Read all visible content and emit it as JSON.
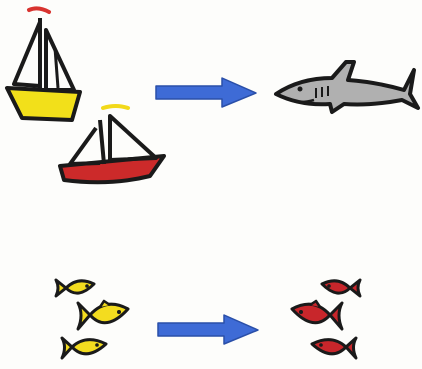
{
  "colors": {
    "background": "#fdfdfb",
    "outline": "#1a1a1a",
    "boat_yellow": "#f2e01a",
    "boat_red": "#cc2a2a",
    "flag_red": "#d8332f",
    "flag_yellow": "#f2d91a",
    "arrow_blue": "#3e6bd6",
    "shark_gray": "#b0b0b0",
    "fish_yellow": "#f3dc1f",
    "fish_red": "#c8262b"
  },
  "icons": {
    "boat_yellow": "sailboat-icon",
    "boat_red": "sailboat-icon",
    "arrow": "right-arrow-icon",
    "shark": "shark-icon",
    "fish_yellow": "fish-icon",
    "fish_red": "fish-icon"
  },
  "rows": [
    {
      "left": "two-sailboats",
      "right": "shark"
    },
    {
      "left": "three-yellow-fish",
      "right": "three-red-fish"
    }
  ]
}
